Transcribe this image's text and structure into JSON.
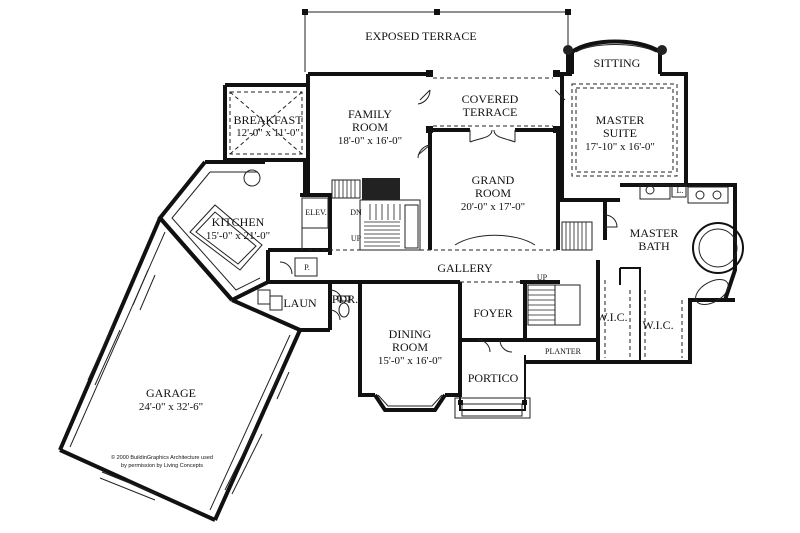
{
  "rooms": {
    "exposed_terrace": {
      "name": "EXPOSED TERRACE"
    },
    "covered_terrace": {
      "line1": "COVERED",
      "line2": "TERRACE"
    },
    "sitting": {
      "name": "SITTING"
    },
    "breakfast": {
      "name": "BREAKFAST",
      "dims": "12'-0\" x 11'-0\""
    },
    "family_room": {
      "line1": "FAMILY",
      "line2": "ROOM",
      "dims": "18'-0\" x 16'-0\""
    },
    "master_suite": {
      "line1": "MASTER",
      "line2": "SUITE",
      "dims": "17'-10\" x 16'-0\""
    },
    "grand_room": {
      "line1": "GRAND",
      "line2": "ROOM",
      "dims": "20'-0\" x 17'-0\""
    },
    "kitchen": {
      "name": "KITCHEN",
      "dims": "15'-0\" x 21'-0\""
    },
    "elev": {
      "name": "ELEV."
    },
    "master_bath": {
      "line1": "MASTER",
      "line2": "BATH"
    },
    "pantry": {
      "name": "P."
    },
    "gallery": {
      "name": "GALLERY"
    },
    "laun": {
      "name": "LAUN"
    },
    "pdr": {
      "name": "PDR."
    },
    "foyer": {
      "name": "FOYER"
    },
    "wic_1": {
      "name": "W.I.C."
    },
    "wic_2": {
      "name": "W.I.C."
    },
    "dining_room": {
      "line1": "DINING",
      "line2": "ROOM",
      "dims": "15'-0\" x 16'-0\""
    },
    "planter": {
      "name": "PLANTER"
    },
    "portico": {
      "name": "PORTICO"
    },
    "garage": {
      "name": "GARAGE",
      "dims": "24'-0\" x 32'-6\""
    },
    "linen": {
      "name": "L."
    }
  },
  "stair_marks": {
    "dn": "DN",
    "up_left": "UP",
    "up_gallery": "UP"
  },
  "copyright": {
    "line1": "© 2000 BuildinGraphics Architecture used",
    "line2": "by permission by Living Concepts"
  }
}
